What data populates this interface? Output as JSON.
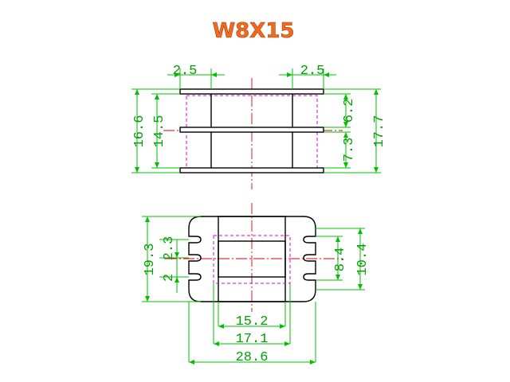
{
  "title": "W8X15",
  "top_view": {
    "dims": {
      "flange_left": "2.5",
      "flange_right": "2.5",
      "outer_height": "16.6",
      "inner_height": "14.5",
      "slot_top": "6.2",
      "slot_bottom": "7.3",
      "total_height": "17.7"
    }
  },
  "front_view": {
    "dims": {
      "height": "19.3",
      "pitch_upper": "2.3",
      "pitch_lower": "2",
      "inner_window": "8.4",
      "outer_window": "10.4",
      "core_width_inner": "15.2",
      "core_width_outer": "17.1",
      "total_width": "28.6"
    }
  },
  "colors": {
    "title": "#f26a1b",
    "dimension": "#00c000",
    "centerline": "#e00000",
    "hidden_line": "#e000e0",
    "outline": "#000000"
  }
}
